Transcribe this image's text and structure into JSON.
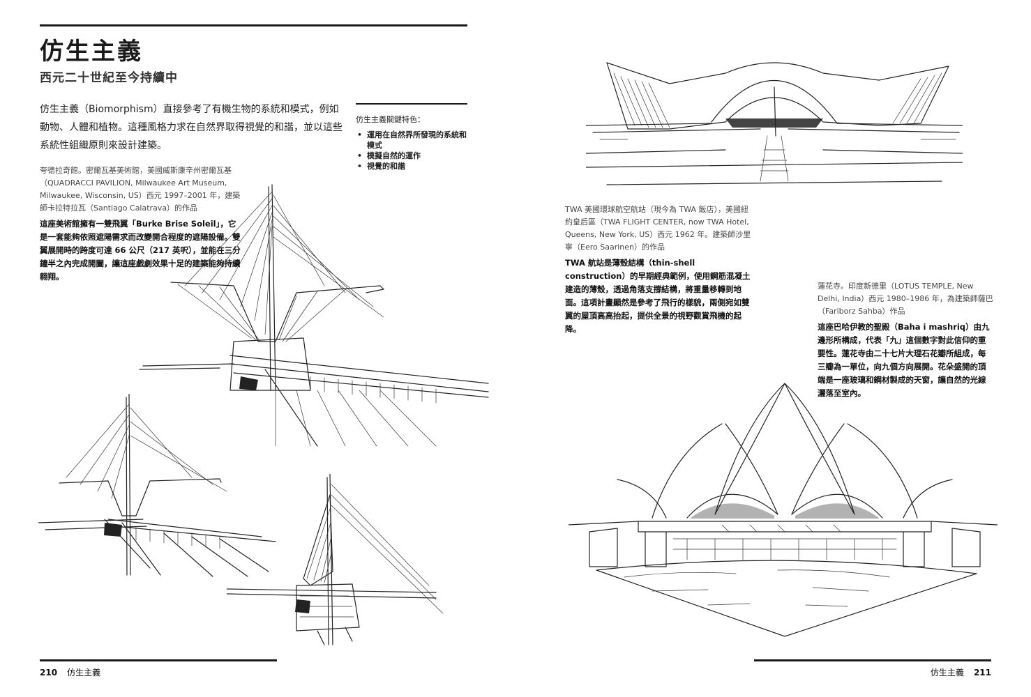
{
  "left_page": {
    "title": "仿生主義",
    "subtitle": "西元二十世紀至今持續中",
    "intro": "仿生主義（Biomorphism）直接參考了有機生物的系統和模式，例如動物、人體和植物。這種風格力求在自然界取得視覺的和諧，並以這些系統性組織原則來設計建築。",
    "features_title": "仿生主義關鍵特色：",
    "features": [
      "運用在自然界所發現的系統和模式",
      "模擬自然的運作",
      "視覺的和諧"
    ],
    "quadracci": {
      "caption": "夸德拉奇館。密爾瓦基美術館，美國威斯康辛州密爾瓦基（QUADRACCI PAVILION, Milwaukee Art Museum, Milwaukee, Wisconsin, US）西元 1997–2001 年，建築師卡拉特拉瓦（Santiago Calatrava）的作品",
      "description": "這座美術館擁有一雙飛翼「Burke Brise Soleil」，它是一套能夠依照遮陽需求而改變開合程度的遮陽設備。雙翼展開時的跨度可達 66 公尺（217 英呎），並能在三分鐘半之內完成開闔，讓這座戲劇效果十足的建築能夠持續翱翔。"
    },
    "page_number": "210",
    "section_name": "仿生主義"
  },
  "right_page": {
    "twa": {
      "caption": "TWA 美國環球航空航站（現今為 TWA 飯店），美國紐約皇后區（TWA FLIGHT CENTER, now TWA Hotel, Queens, New York, US）西元 1962 年。建築師沙里寧（Eero Saarinen）的作品",
      "description": "TWA 航站是薄殼結構（thin-shell construction）的早期經典範例，使用鋼筋混凝土建造的薄殼，透過角落支撐結構，將重量移轉到地面。這項計畫顯然是參考了飛行的樣貌，兩側宛如雙翼的屋頂高高抬起，提供全景的視野觀賞飛機的起降。"
    },
    "lotus": {
      "caption": "蓮花寺。印度新德里（LOTUS TEMPLE, New Delhi, India）西元 1980–1986 年，為建築師薩巴（Fariborz Sahba）作品",
      "description": "這座巴哈伊教的聖殿（Baha i mashriq）由九邊形所構成，代表「九」這個數字對此信仰的重要性。蓮花寺由二十七片大理石花瓣所組成，每三瓣為一單位，向九個方向展開。花朵盛開的頂端是一座玻璃和鋼材製成的天窗，讓自然的光線灑落至室內。"
    },
    "page_number": "211",
    "section_name": "仿生主義"
  }
}
